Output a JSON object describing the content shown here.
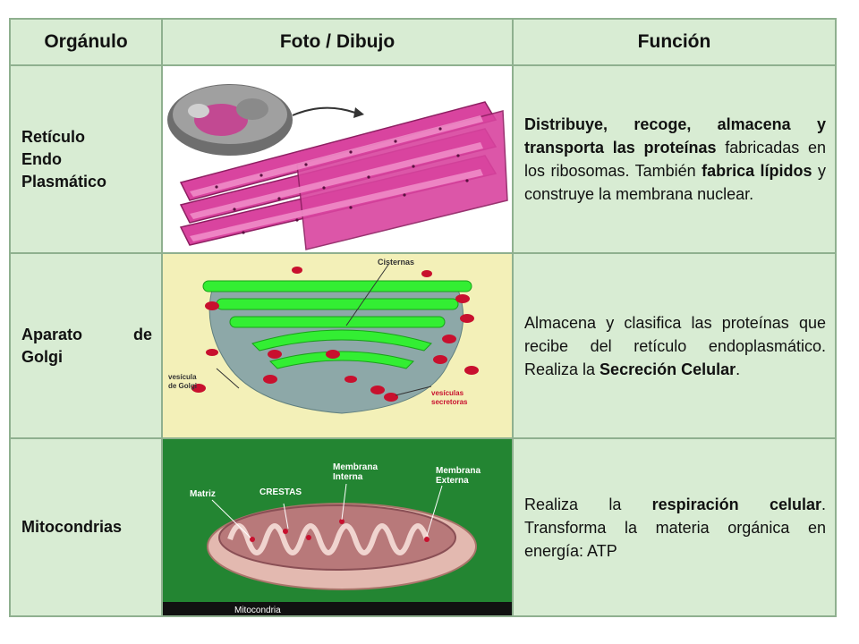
{
  "headers": {
    "col1": "Orgánulo",
    "col2": "Foto / Dibujo",
    "col3": "Función"
  },
  "rows": [
    {
      "organelle_line1": "Retículo",
      "organelle_line2": "Endo",
      "organelle_line3": "Plasmático",
      "function_parts": [
        "Distribuye, recoge, almacena y transporta las proteínas",
        " fabricadas en los ribosomas. También ",
        "fabrica lípidos",
        " y construye la membrana nuclear."
      ]
    },
    {
      "organelle_word1": "Aparato",
      "organelle_word2": "de",
      "organelle_line2": "Golgi",
      "image_labels": {
        "cisternas": "Cisternas",
        "vesicula_golgi_1": "vesícula",
        "vesicula_golgi_2": "de Golgi",
        "vesiculas_secretoras_1": "vesículas",
        "vesiculas_secretoras_2": "secretoras"
      },
      "function_parts": [
        "Almacena y clasifica las proteínas que recibe del retículo endoplasmático. Realiza la ",
        "Secreción Celular",
        "."
      ]
    },
    {
      "organelle": "Mitocondrias",
      "image_labels": {
        "matriz": "Matriz",
        "crestas": "CRESTAS",
        "membrana_interna_1": "Membrana",
        "membrana_interna_2": "Interna",
        "membrana_externa_1": "Membrana",
        "membrana_externa_2": "Externa",
        "caption": "Mitocondria"
      },
      "function_parts": [
        "Realiza la ",
        "respiración celular",
        ". Transforma la materia orgánica en energía: ATP"
      ]
    }
  ],
  "colors": {
    "cell_bg": "#d8ecd3",
    "border": "#8fb08f",
    "er_pink": "#c8398f",
    "golgi_green": "#33ee33",
    "vesicle_red": "#c8102e",
    "mito_bg": "#1f7a2e"
  }
}
